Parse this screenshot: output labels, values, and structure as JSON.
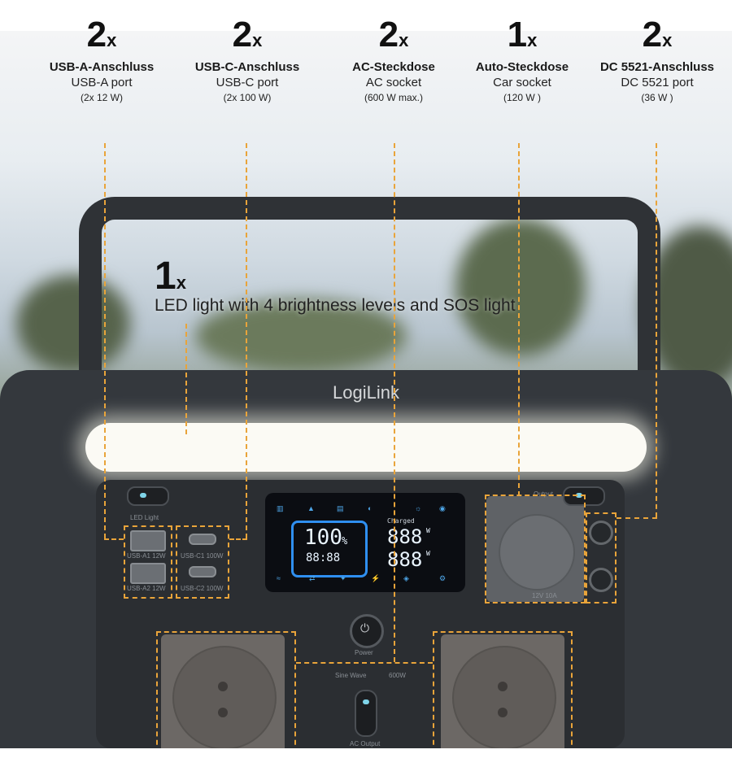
{
  "callouts": [
    {
      "count": "2",
      "unit": "x",
      "label_de": "USB-A-Anschluss",
      "label_en": "USB-A port",
      "spec": "(2x 12 W)"
    },
    {
      "count": "2",
      "unit": "x",
      "label_de": "USB-C-Anschluss",
      "label_en": "USB-C port",
      "spec": "(2x 100 W)"
    },
    {
      "count": "2",
      "unit": "x",
      "label_de": "AC-Steckdose",
      "label_en": "AC socket",
      "spec": "(600 W max.)"
    },
    {
      "count": "1",
      "unit": "x",
      "label_de": "Auto-Steckdose",
      "label_en": "Car socket",
      "spec": "(120 W )"
    },
    {
      "count": "2",
      "unit": "x",
      "label_de": "DC 5521-Anschluss",
      "label_en": "DC 5521 port",
      "spec": "(36 W )"
    }
  ],
  "led": {
    "count": "1",
    "unit": "x",
    "description": "LED light with 4 brightness levels and SOS light"
  },
  "brand": "LogiLink",
  "device": {
    "led_light_label": "LED Light",
    "usb_a1_label": "USB-A1 12W",
    "usb_a2_label": "USB-A2 12W",
    "usb_c1_label": "USB-C1 100W",
    "usb_c2_label": "USB-C2 100W",
    "output_label": "Output",
    "car_label": "12V 10A",
    "power_label": "Power",
    "sine_label": "Sine Wave",
    "ac_power_label": "600W",
    "ac_output_label": "AC Output"
  },
  "lcd": {
    "battery_percent": "100",
    "percent_sign": "%",
    "time_value": "88:88",
    "charged_label": "Charged",
    "value_top": "888",
    "value_bottom": "888",
    "unit_top": "W",
    "unit_bottom": "W"
  },
  "colors": {
    "dash": "#e9a43a",
    "lcd_accent": "#2f8ff0",
    "led_bar": "#fbfaf4"
  }
}
